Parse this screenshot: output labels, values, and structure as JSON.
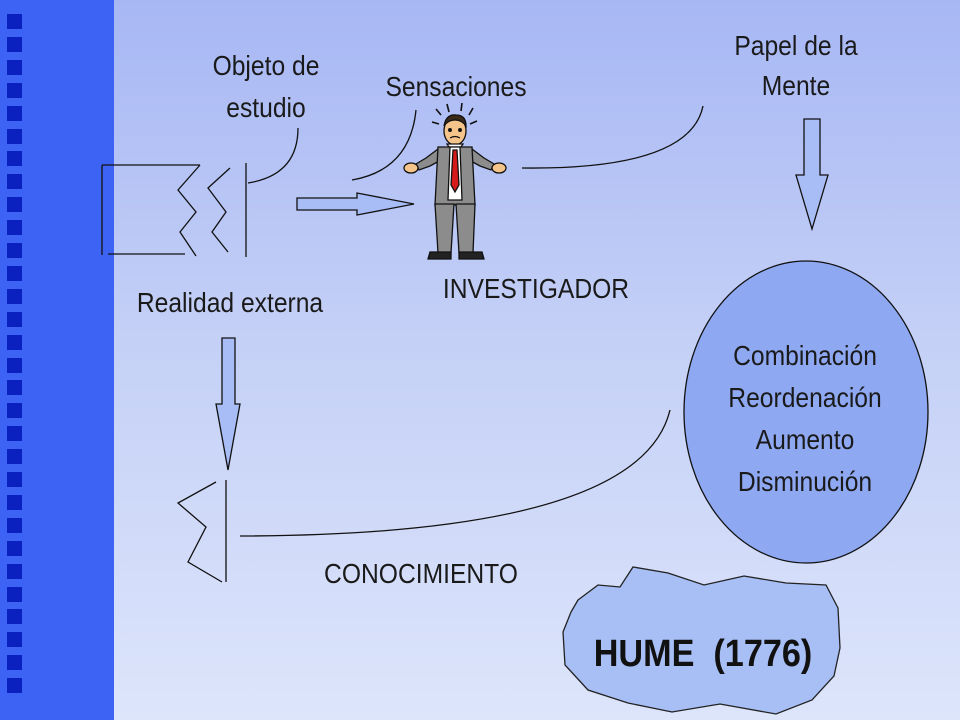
{
  "labels": {
    "objeto_line1": "Objeto de",
    "objeto_line2": "estudio",
    "sensaciones": "Sensaciones",
    "papel_line1": "Papel de la",
    "papel_line2": "Mente",
    "realidad": "Realidad externa",
    "investigador": "INVESTIGADOR",
    "conocimiento": "CONOCIMIENTO"
  },
  "mind_operations": [
    "Combinación",
    "Reordenación",
    "Aumento",
    "Disminución"
  ],
  "hume_label": "HUME  (1776)",
  "colors": {
    "sidebar": "#3d63f4",
    "sidebar_squares": "#0a20bf",
    "background_top": "#a7b7f4",
    "background_bottom": "#dde5fb",
    "ellipse_fill": "#8fa8f2",
    "arrow_fill": "#a8bcf6",
    "rock_fill": "#a8bff6"
  }
}
